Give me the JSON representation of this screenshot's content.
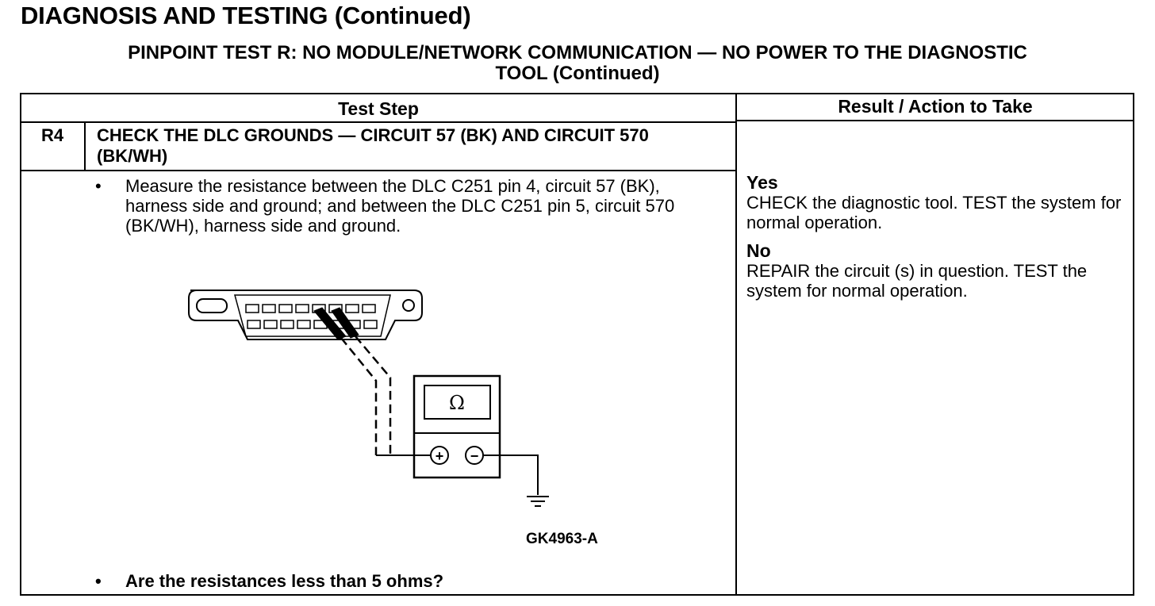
{
  "page_heading": "DIAGNOSIS AND TESTING (Continued)",
  "test_title": {
    "line1": "PINPOINT TEST R: NO MODULE/NETWORK COMMUNICATION — NO POWER TO THE DIAGNOSTIC",
    "line2": "TOOL (Continued)"
  },
  "table": {
    "col_test_step": "Test Step",
    "col_result": "Result / Action to Take"
  },
  "step": {
    "id": "R4",
    "title": "CHECK THE DLC GROUNDS — CIRCUIT 57 (BK) AND CIRCUIT 570 (BK/WH)",
    "bullet_mark": "•",
    "instruction": "Measure the resistance between the DLC C251 pin 4, circuit 57 (BK), harness side and ground; and between the DLC C251 pin 5, circuit 570 (BK/WH), harness side and ground.",
    "question": "Are the resistances less than 5 ohms?"
  },
  "figure": {
    "meter_symbol": "Ω",
    "plus_symbol": "+",
    "minus_symbol": "−",
    "code": "GK4963-A"
  },
  "results": {
    "yes_label": "Yes",
    "yes_text": "CHECK the diagnostic tool. TEST the system for normal operation.",
    "no_label": "No",
    "no_text": "REPAIR the circuit (s) in question. TEST the system for normal operation."
  }
}
